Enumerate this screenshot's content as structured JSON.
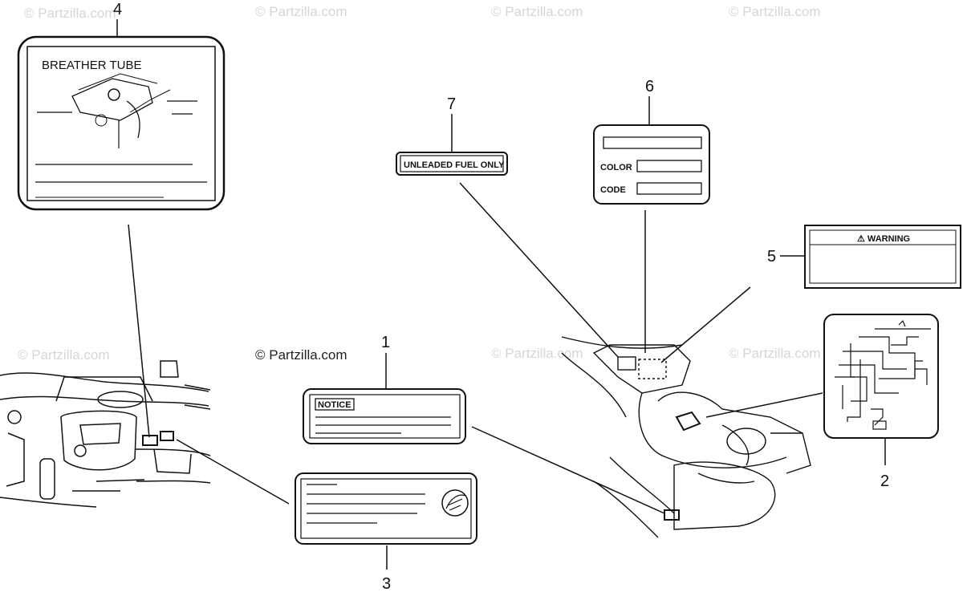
{
  "watermarks": [
    "© Partzilla.com",
    "© Partzilla.com",
    "© Partzilla.com",
    "© Partzilla.com",
    "© Partzilla.com",
    "© Partzilla.com",
    "© Partzilla.com"
  ],
  "watermark_main": "© Partzilla.com",
  "callouts": {
    "n1": "1",
    "n2": "2",
    "n3": "3",
    "n4": "4",
    "n5": "5",
    "n6": "6",
    "n7": "7"
  },
  "labels": {
    "breather_tube": "BREATHER TUBE",
    "unleaded_fuel": "UNLEADED FUEL ONLY",
    "color": "COLOR",
    "code": "CODE",
    "warning": "⚠ WARNING",
    "notice": "NOTICE"
  }
}
